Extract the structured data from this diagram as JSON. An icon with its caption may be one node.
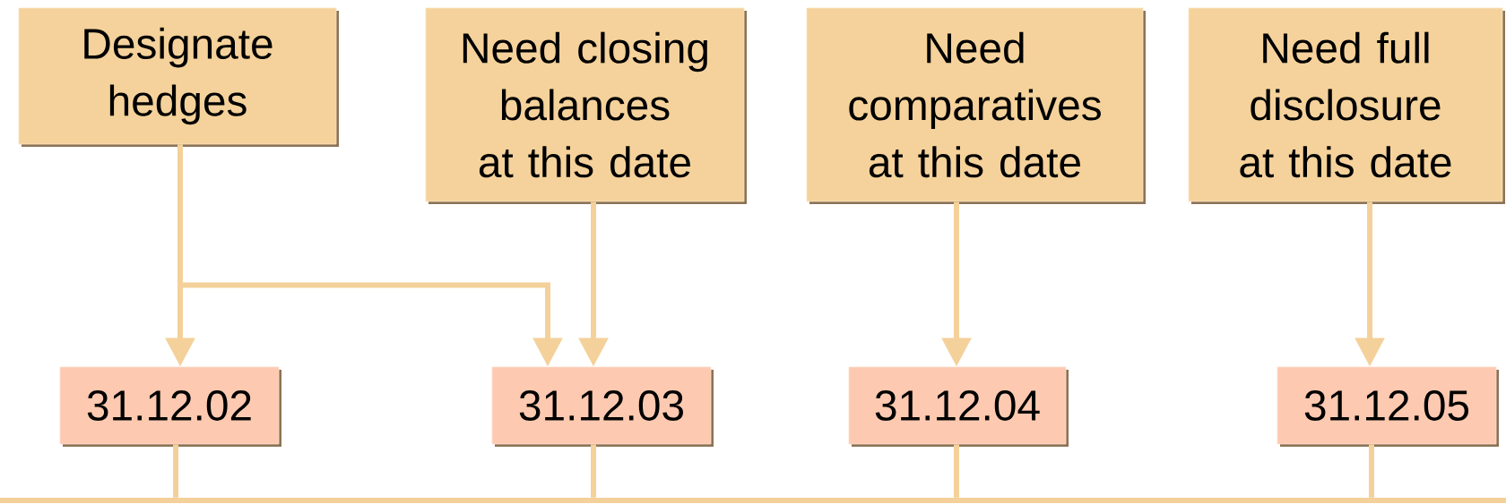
{
  "diagram": {
    "nodes": [
      {
        "text": [
          "Designate hedges"
        ]
      },
      {
        "text": [
          "Need closing balances at this date"
        ]
      },
      {
        "text": [
          "Need comparatives at this date"
        ]
      },
      {
        "text": [
          "Need full disclosure at this date"
        ]
      },
      {
        "text": [
          "31.12.02"
        ]
      },
      {
        "text": [
          "31.12.03"
        ]
      },
      {
        "text": [
          "31.12.04"
        ]
      },
      {
        "text": [
          "31.12.05"
        ]
      },
      {
        "text": [],
        "shape": "bar"
      }
    ],
    "edges": [
      {
        "from": 0,
        "to": 4,
        "arrow": "to"
      },
      {
        "from": 0,
        "to": 5,
        "arrow": "to"
      },
      {
        "from": 1,
        "to": 5,
        "arrow": "to"
      },
      {
        "from": 2,
        "to": 6,
        "arrow": "to"
      },
      {
        "from": 3,
        "to": 7,
        "arrow": "to"
      },
      {
        "from": 4,
        "to": 8,
        "arrow": "none"
      },
      {
        "from": 5,
        "to": 8,
        "arrow": "none"
      },
      {
        "from": 6,
        "to": 8,
        "arrow": "none"
      },
      {
        "from": 7,
        "to": 8,
        "arrow": "none"
      }
    ]
  }
}
